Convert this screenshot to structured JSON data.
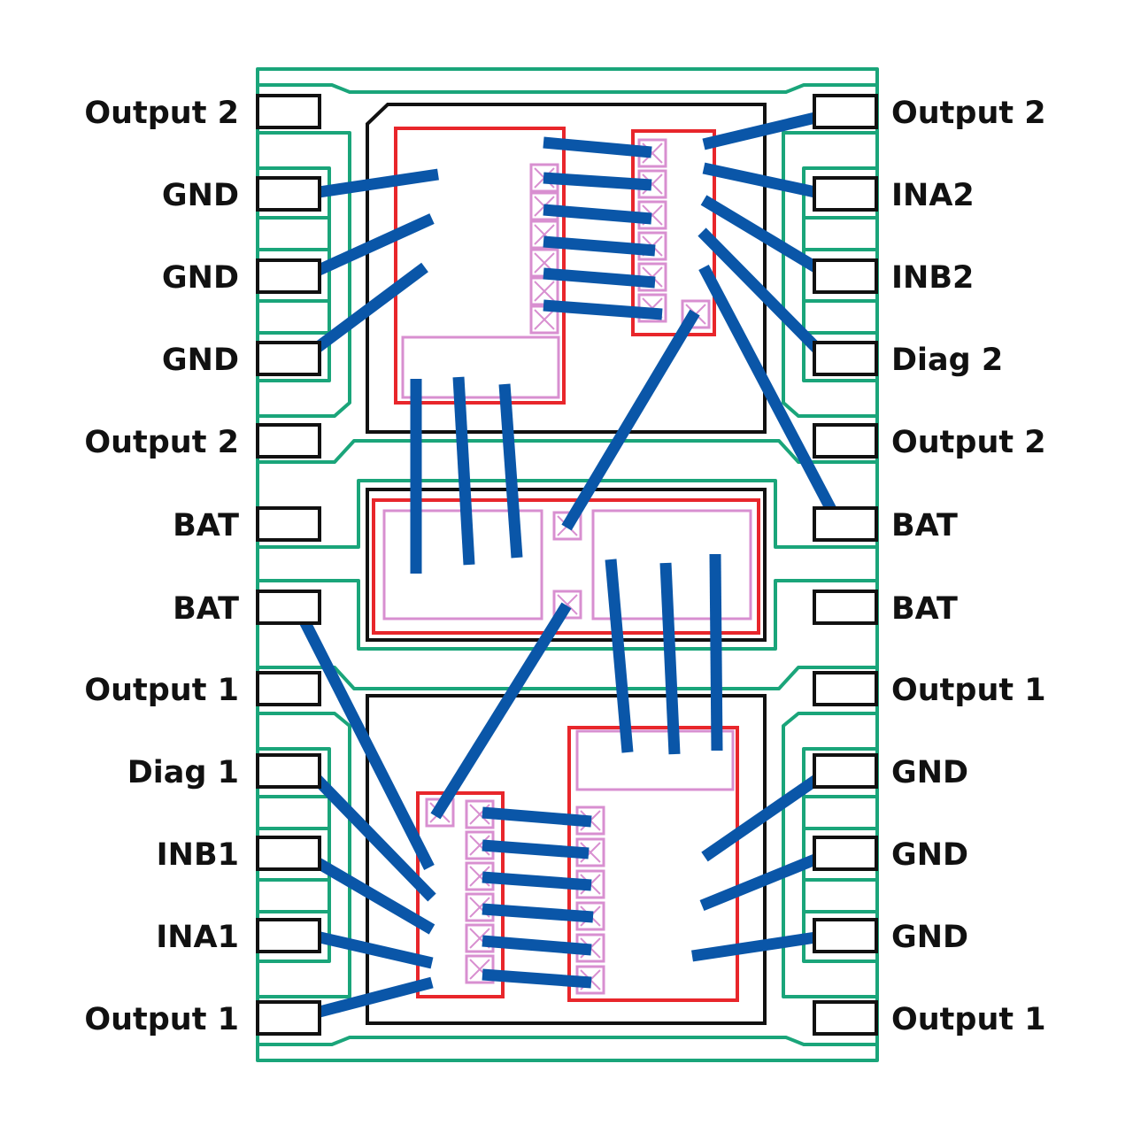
{
  "colors": {
    "leadframe": "#1aa57a",
    "package_outline": "#111111",
    "die_outline": "#e8262b",
    "bond_pad": "#d88fd0",
    "bond_wire": "#0a56a8",
    "label_text": "#111111"
  },
  "pins": {
    "left": [
      {
        "label": "Output 2"
      },
      {
        "label": "GND"
      },
      {
        "label": "GND"
      },
      {
        "label": "GND"
      },
      {
        "label": "Output 2"
      },
      {
        "label": "BAT"
      },
      {
        "label": "BAT"
      },
      {
        "label": "Output 1"
      },
      {
        "label": "Diag 1"
      },
      {
        "label": "INB1"
      },
      {
        "label": "INA1"
      },
      {
        "label": "Output 1"
      }
    ],
    "right": [
      {
        "label": "Output 2"
      },
      {
        "label": "INA2"
      },
      {
        "label": "INB2"
      },
      {
        "label": "Diag 2"
      },
      {
        "label": "Output 2"
      },
      {
        "label": "BAT"
      },
      {
        "label": "BAT"
      },
      {
        "label": "Output 1"
      },
      {
        "label": "GND"
      },
      {
        "label": "GND"
      },
      {
        "label": "GND"
      },
      {
        "label": "Output 1"
      }
    ]
  }
}
